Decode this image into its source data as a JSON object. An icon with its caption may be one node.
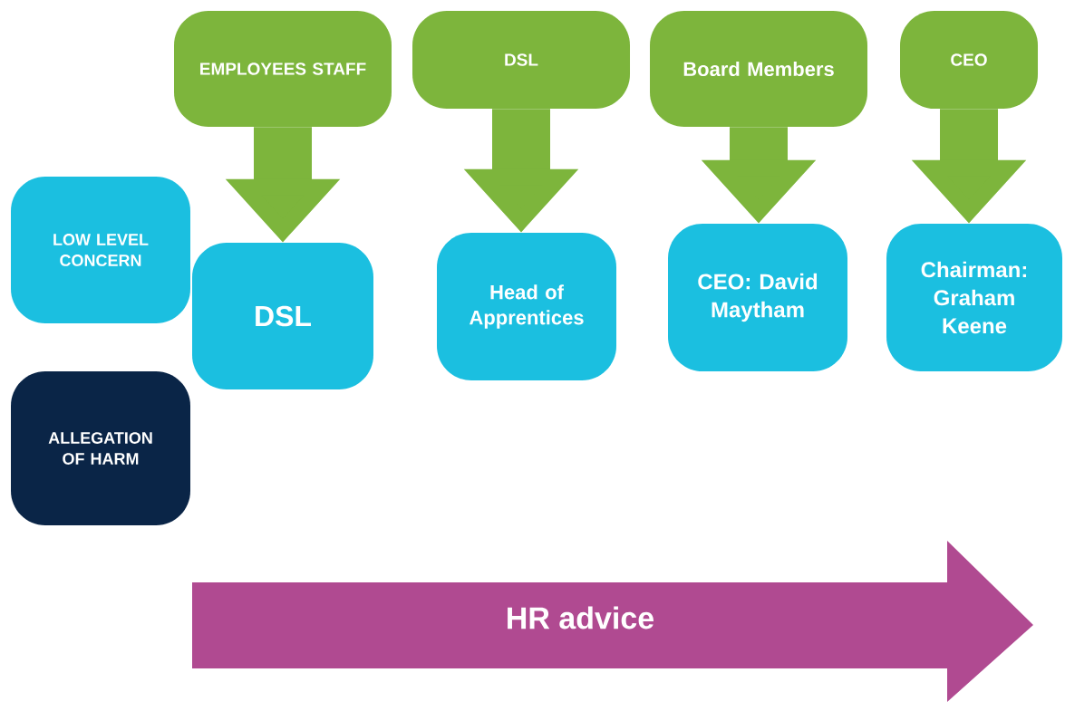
{
  "diagram": {
    "nodes": [
      {
        "text": [
          "EMPLOYEES STAFF"
        ]
      },
      {
        "text": [
          "DSL"
        ]
      },
      {
        "text": [
          "Board Members"
        ]
      },
      {
        "text": [
          "CEO"
        ]
      },
      {
        "text": [
          "LOW LEVEL CONCERN"
        ]
      },
      {
        "text": [
          "DSL"
        ]
      },
      {
        "text": [
          "Head of Apprentices"
        ]
      },
      {
        "text": [
          "CEO: David Maytham"
        ]
      },
      {
        "text": [
          "Chairman: Graham Keene"
        ]
      },
      {
        "text": [
          "ALLEGATION OF HARM"
        ]
      },
      {
        "text": [
          "HR advice"
        ]
      }
    ],
    "edges": [
      {
        "from": 0,
        "to": 5,
        "arrow": "to"
      },
      {
        "from": 1,
        "to": 6,
        "arrow": "to"
      },
      {
        "from": 2,
        "to": 7,
        "arrow": "to"
      },
      {
        "from": 3,
        "to": 8,
        "arrow": "to"
      }
    ]
  }
}
